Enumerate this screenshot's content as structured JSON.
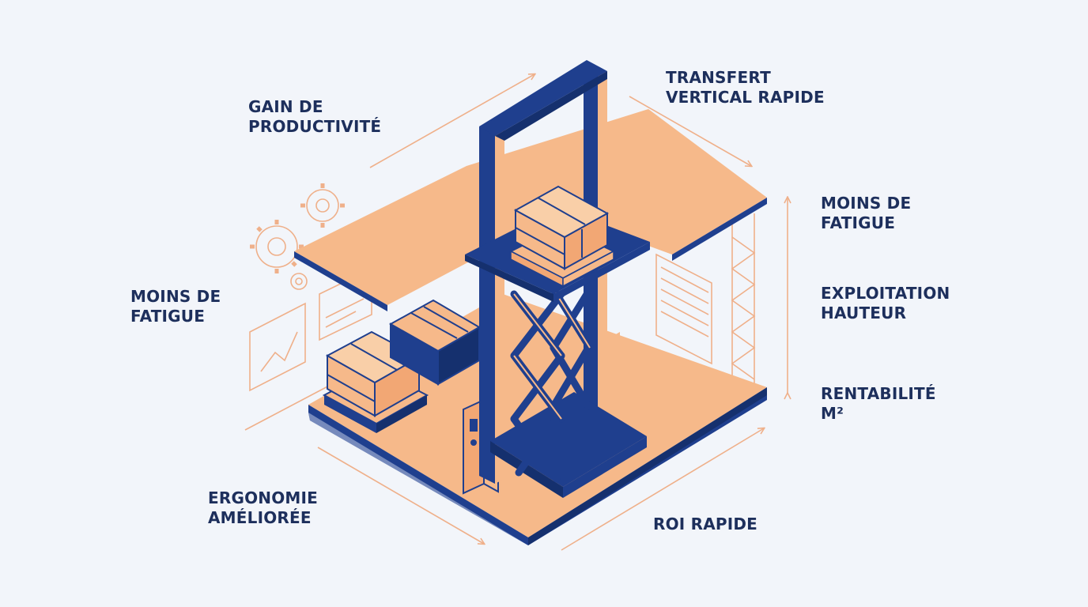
{
  "colors": {
    "background": "#f2f5fa",
    "navy": "#1f3f8e",
    "navy_dark": "#15306e",
    "orange": "#f6b98a",
    "orange_light": "#f9cfa8",
    "orange_line": "#efb08a",
    "text": "#1d2f5c"
  },
  "labels": {
    "gain_productivite": [
      "GAIN DE",
      "PRODUCTIVITÉ"
    ],
    "transfert_vertical": [
      "TRANSFERT",
      "VERTICAL RAPIDE"
    ],
    "moins_fatigue_left": [
      "MOINS DE",
      "FATIGUE"
    ],
    "moins_fatigue_right": [
      "MOINS DE",
      "FATIGUE"
    ],
    "exploitation_hauteur": [
      "EXPLOITATION",
      "HAUTEUR"
    ],
    "rentabilite_m2": [
      "RENTABILITÉ",
      "M²"
    ],
    "ergonomie_amelioree": [
      "ERGONOMIE",
      "AMÉLIORÉE"
    ],
    "roi_rapide": [
      "ROI RAPIDE"
    ]
  },
  "icons": [
    "gear-icon",
    "monitor-chart-icon",
    "roller-door-icon",
    "truss-mast-icon",
    "cardboard-box-icon",
    "pallet-icon",
    "control-panel-icon",
    "arrow-icon"
  ]
}
